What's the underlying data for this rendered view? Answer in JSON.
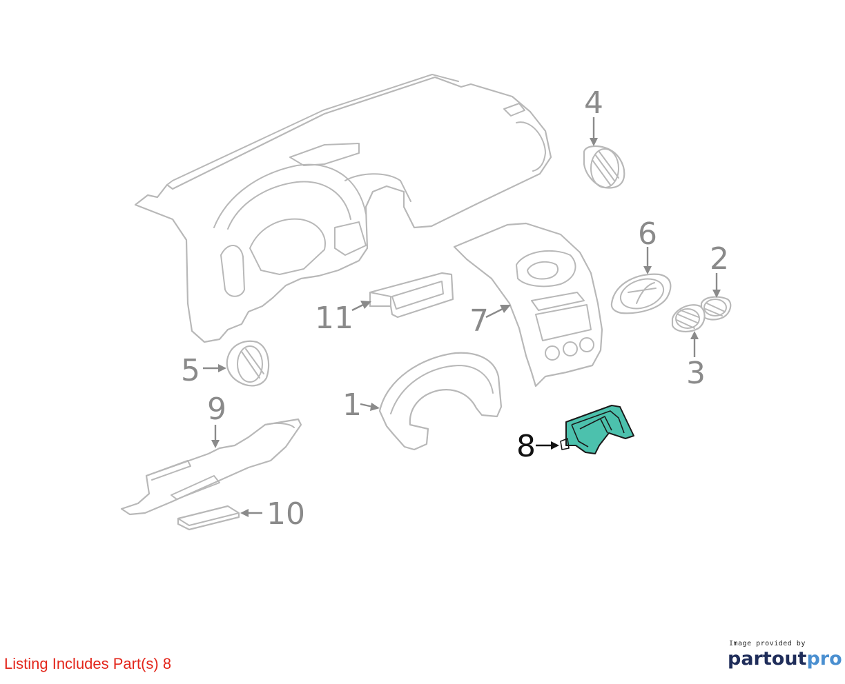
{
  "callouts": [
    {
      "label": "1",
      "active": false
    },
    {
      "label": "2",
      "active": false
    },
    {
      "label": "3",
      "active": false
    },
    {
      "label": "4",
      "active": false
    },
    {
      "label": "5",
      "active": false
    },
    {
      "label": "6",
      "active": false
    },
    {
      "label": "7",
      "active": false
    },
    {
      "label": "8",
      "active": true
    },
    {
      "label": "9",
      "active": false
    },
    {
      "label": "10",
      "active": false
    },
    {
      "label": "11",
      "active": false
    }
  ],
  "listing": {
    "text": "Listing Includes Part(s) 8"
  },
  "credit": {
    "caption": "Image provided by",
    "logo_part1": "partout",
    "logo_part2": "pro"
  },
  "colors": {
    "highlight": "#4cc1ad",
    "listing_text": "#e3261b",
    "logo_dark": "#1f2d5a",
    "logo_light": "#4a8fd0"
  }
}
